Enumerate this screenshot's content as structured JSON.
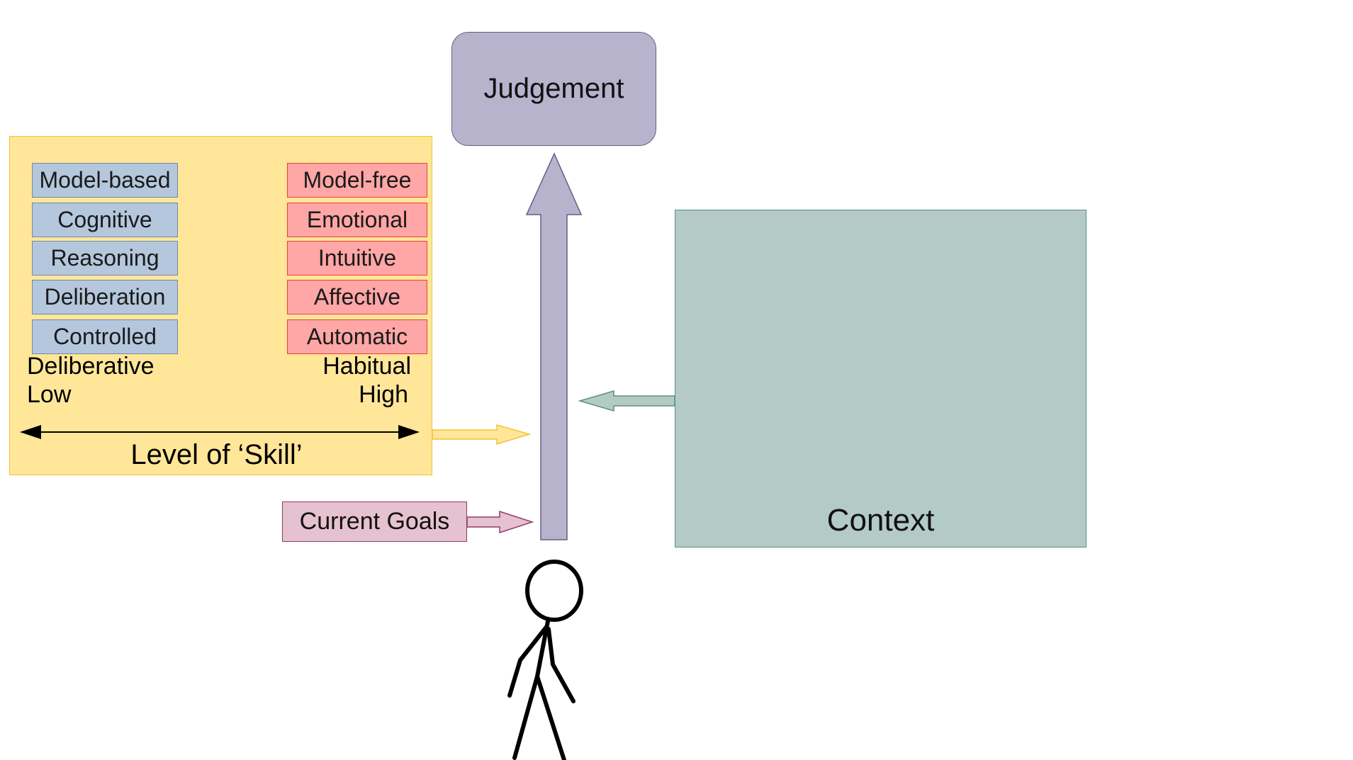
{
  "judgement": {
    "label": "Judgement"
  },
  "skill_panel": {
    "left_items": [
      "Model-based",
      "Cognitive",
      "Reasoning",
      "Deliberation",
      "Controlled"
    ],
    "right_items": [
      "Model-free",
      "Emotional",
      "Intuitive",
      "Affective",
      "Automatic"
    ],
    "left_caption": "Deliberative",
    "left_level": "Low",
    "right_caption": "Habitual",
    "right_level": "High",
    "scale_label": "Level of ‘Skill’"
  },
  "current_goals": {
    "label": "Current Goals"
  },
  "context": {
    "label": "Context"
  },
  "colors": {
    "skill_panel_fill": "#ffe699",
    "left_item_fill": "#b4c7dc",
    "right_item_fill": "#ffa6a6",
    "judgement_fill": "#b8b3cc",
    "context_fill": "#b3cac7",
    "goals_fill": "#e6c1cf"
  }
}
